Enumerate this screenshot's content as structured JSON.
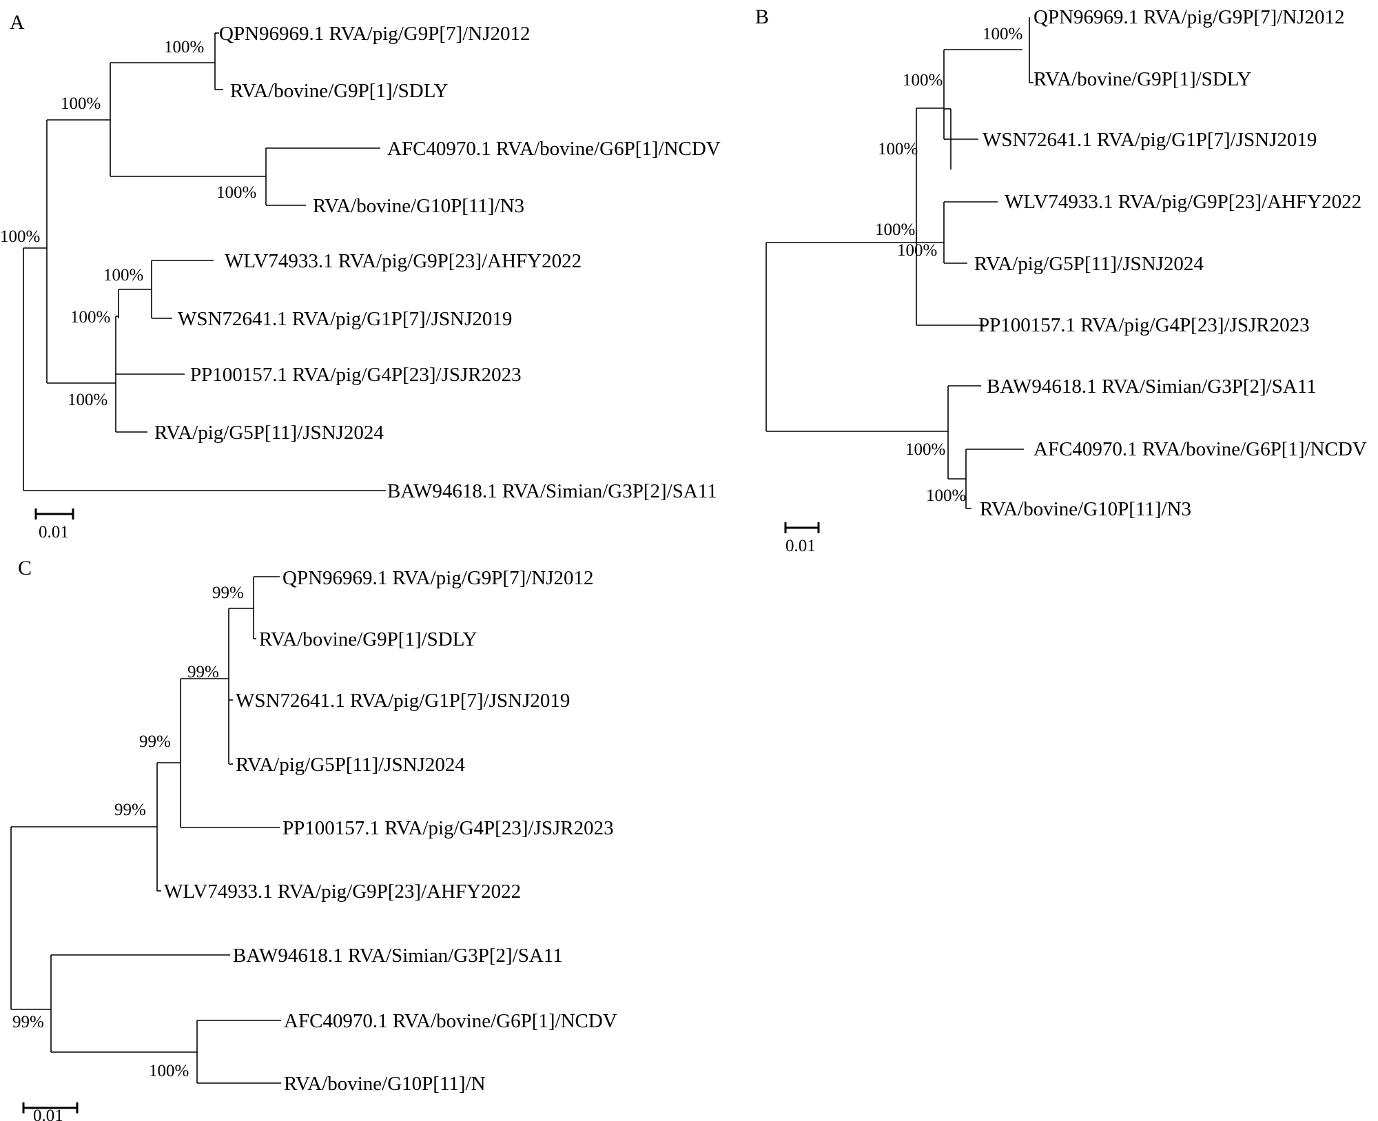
{
  "panels": [
    {
      "label": "A",
      "scale": "0.01",
      "leaves": [
        "QPN96969.1 RVA/pig/G9P[7]/NJ2012",
        "RVA/bovine/G9P[1]/SDLY",
        "AFC40970.1 RVA/bovine/G6P[1]/NCDV",
        "RVA/bovine/G10P[11]/N3",
        "WLV74933.1 RVA/pig/G9P[23]/AHFY2022",
        "WSN72641.1 RVA/pig/G1P[7]/JSNJ2019",
        "PP100157.1 RVA/pig/G4P[23]/JSJR2023",
        "RVA/pig/G5P[11]/JSNJ2024",
        "BAW94618.1 RVA/Simian/G3P[2]/SA11"
      ],
      "bootstrap": [
        "100%",
        "100%",
        "100%",
        "100%",
        "100%",
        "100%",
        "100%"
      ]
    },
    {
      "label": "B",
      "scale": "0.01",
      "leaves": [
        "QPN96969.1 RVA/pig/G9P[7]/NJ2012",
        "RVA/bovine/G9P[1]/SDLY",
        "WSN72641.1 RVA/pig/G1P[7]/JSNJ2019",
        "WLV74933.1 RVA/pig/G9P[23]/AHFY2022",
        "RVA/pig/G5P[11]/JSNJ2024",
        "PP100157.1 RVA/pig/G4P[23]/JSJR2023",
        "BAW94618.1 RVA/Simian/G3P[2]/SA11",
        "AFC40970.1 RVA/bovine/G6P[1]/NCDV",
        "RVA/bovine/G10P[11]/N3"
      ],
      "bootstrap": [
        "100%",
        "100%",
        "100%",
        "100%",
        "100%",
        "100%",
        "100%"
      ]
    },
    {
      "label": "C",
      "scale": "0.01",
      "leaves": [
        "QPN96969.1 RVA/pig/G9P[7]/NJ2012",
        "RVA/bovine/G9P[1]/SDLY",
        "WSN72641.1 RVA/pig/G1P[7]/JSNJ2019",
        "RVA/pig/G5P[11]/JSNJ2024",
        "PP100157.1 RVA/pig/G4P[23]/JSJR2023",
        "WLV74933.1 RVA/pig/G9P[23]/AHFY2022",
        "BAW94618.1 RVA/Simian/G3P[2]/SA11",
        "AFC40970.1 RVA/bovine/G6P[1]/NCDV",
        "RVA/bovine/G10P[11]/N"
      ],
      "bootstrap": [
        "99%",
        "99%",
        "99%",
        "99%",
        "99%",
        "100%"
      ]
    }
  ]
}
